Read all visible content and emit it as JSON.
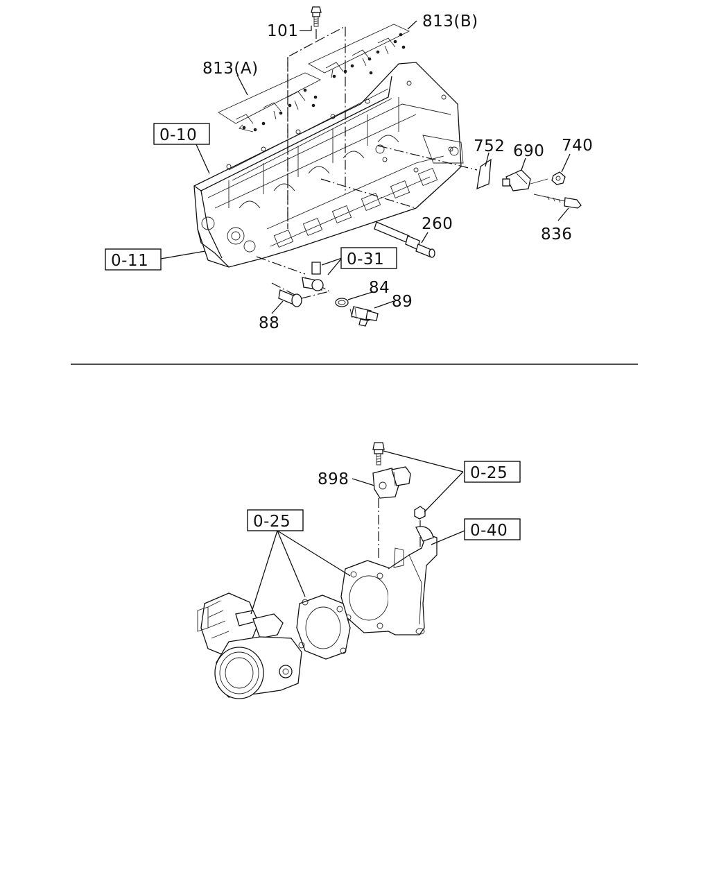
{
  "callouts": {
    "p101": "101",
    "p813b": "813(B)",
    "p813a": "813(A)",
    "ref_0_10": "0-10",
    "p752": "752",
    "p690": "690",
    "p740": "740",
    "p260": "260",
    "p836": "836",
    "ref_0_11": "0-11",
    "ref_0_31": "0-31",
    "p84": "84",
    "p89": "89",
    "p88": "88",
    "p898": "898",
    "ref_0_25_top": "0-25",
    "ref_0_40": "0-40",
    "ref_0_25_left": "0-25"
  }
}
